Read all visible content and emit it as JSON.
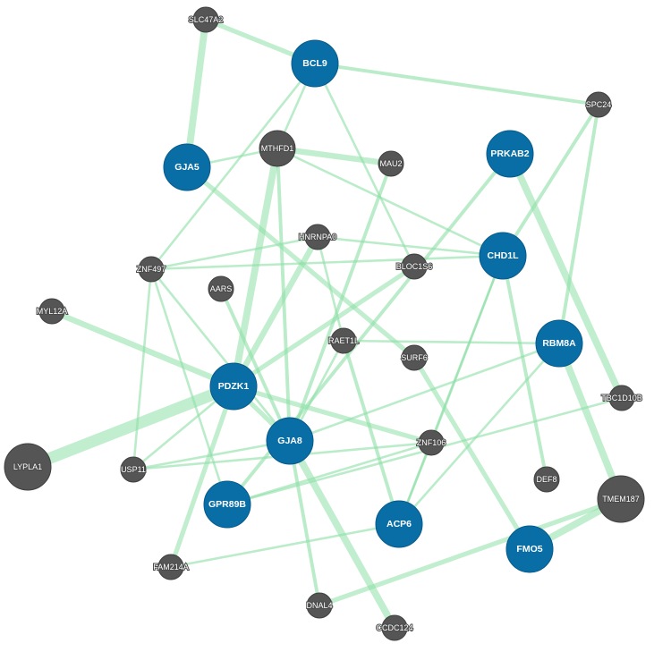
{
  "colors": {
    "query_node": "#0a6ea6",
    "query_node_stroke": "#075a8a",
    "other_node": "#555555",
    "other_node_stroke": "#3f3f3f",
    "edge": "#8ee0a6"
  },
  "network": {
    "nodes": [
      {
        "id": "BCL9",
        "label": "BCL9",
        "kind": "query",
        "size": "large"
      },
      {
        "id": "GJA5",
        "label": "GJA5",
        "kind": "query",
        "size": "large"
      },
      {
        "id": "PRKAB2",
        "label": "PRKAB2",
        "kind": "query",
        "size": "large"
      },
      {
        "id": "CHD1L",
        "label": "CHD1L",
        "kind": "query",
        "size": "large"
      },
      {
        "id": "RBM8A",
        "label": "RBM8A",
        "kind": "query",
        "size": "large"
      },
      {
        "id": "PDZK1",
        "label": "PDZK1",
        "kind": "query",
        "size": "large"
      },
      {
        "id": "GJA8",
        "label": "GJA8",
        "kind": "query",
        "size": "large"
      },
      {
        "id": "GPR89B",
        "label": "GPR89B",
        "kind": "query",
        "size": "large"
      },
      {
        "id": "ACP6",
        "label": "ACP6",
        "kind": "query",
        "size": "large"
      },
      {
        "id": "FMO5",
        "label": "FMO5",
        "kind": "query",
        "size": "large"
      },
      {
        "id": "SLC47A2",
        "label": "SLC47A2",
        "kind": "other",
        "size": "small"
      },
      {
        "id": "SPC24",
        "label": "SPC24",
        "kind": "other",
        "size": "small"
      },
      {
        "id": "MTHFD1",
        "label": "MTHFD1",
        "kind": "other",
        "size": "medium"
      },
      {
        "id": "MAU2",
        "label": "MAU2",
        "kind": "other",
        "size": "small"
      },
      {
        "id": "HNRNPA0",
        "label": "HNRNPA0",
        "kind": "other",
        "size": "small"
      },
      {
        "id": "ZNF497",
        "label": "ZNF497",
        "kind": "other",
        "size": "small"
      },
      {
        "id": "BLOC1S6",
        "label": "BLOC1S6",
        "kind": "other",
        "size": "small"
      },
      {
        "id": "AARS",
        "label": "AARS",
        "kind": "other",
        "size": "small"
      },
      {
        "id": "MYL12A",
        "label": "MYL12A",
        "kind": "other",
        "size": "small"
      },
      {
        "id": "RAET1L",
        "label": "RAET1L",
        "kind": "other",
        "size": "small"
      },
      {
        "id": "SURF6",
        "label": "SURF6",
        "kind": "other",
        "size": "small"
      },
      {
        "id": "TBC1D10B",
        "label": "TBC1D10B",
        "kind": "other",
        "size": "small"
      },
      {
        "id": "ZNF106",
        "label": "ZNF106",
        "kind": "other",
        "size": "small"
      },
      {
        "id": "LYPLA1",
        "label": "LYPLA1",
        "kind": "other",
        "size": "xlarge"
      },
      {
        "id": "USP11",
        "label": "USP11",
        "kind": "other",
        "size": "small"
      },
      {
        "id": "DEF8",
        "label": "DEF8",
        "kind": "other",
        "size": "small"
      },
      {
        "id": "TMEM187",
        "label": "TMEM187",
        "kind": "other",
        "size": "xlarge"
      },
      {
        "id": "FAM214A",
        "label": "FAM214A",
        "kind": "other",
        "size": "small"
      },
      {
        "id": "DNAL4",
        "label": "DNAL4",
        "kind": "other",
        "size": "small"
      },
      {
        "id": "CCDC124",
        "label": "CCDC124",
        "kind": "other",
        "size": "small"
      }
    ],
    "edges": [
      {
        "source": "PDZK1",
        "target": "LYPLA1",
        "weight": 5
      },
      {
        "source": "PDZK1",
        "target": "MTHFD1",
        "weight": 3
      },
      {
        "source": "PDZK1",
        "target": "HNRNPA0",
        "weight": 2.5
      },
      {
        "source": "PDZK1",
        "target": "MYL12A",
        "weight": 2.5
      },
      {
        "source": "PDZK1",
        "target": "BLOC1S6",
        "weight": 2
      },
      {
        "source": "PDZK1",
        "target": "GJA8",
        "weight": 2
      },
      {
        "source": "PDZK1",
        "target": "ZNF106",
        "weight": 2
      },
      {
        "source": "PDZK1",
        "target": "FAM214A",
        "weight": 2
      },
      {
        "source": "PDZK1",
        "target": "USP11",
        "weight": 1
      },
      {
        "source": "GJA5",
        "target": "SLC47A2",
        "weight": 3
      },
      {
        "source": "GJA5",
        "target": "MTHFD1",
        "weight": 1
      },
      {
        "source": "GJA5",
        "target": "SURF6",
        "weight": 2
      },
      {
        "source": "SLC47A2",
        "target": "BCL9",
        "weight": 2
      },
      {
        "source": "BCL9",
        "target": "SPC24",
        "weight": 1.5
      },
      {
        "source": "BCL9",
        "target": "ZNF497",
        "weight": 1
      },
      {
        "source": "BCL9",
        "target": "MTHFD1",
        "weight": 1
      },
      {
        "source": "BCL9",
        "target": "BLOC1S6",
        "weight": 1
      },
      {
        "source": "MTHFD1",
        "target": "MAU2",
        "weight": 2.5
      },
      {
        "source": "MTHFD1",
        "target": "CHD1L",
        "weight": 1
      },
      {
        "source": "MTHFD1",
        "target": "GJA8",
        "weight": 1.5
      },
      {
        "source": "MAU2",
        "target": "GJA8",
        "weight": 1.5
      },
      {
        "source": "HNRNPA0",
        "target": "CHD1L",
        "weight": 1
      },
      {
        "source": "ZNF497",
        "target": "CHD1L",
        "weight": 1
      },
      {
        "source": "ZNF497",
        "target": "USP11",
        "weight": 1
      },
      {
        "source": "ZNF497",
        "target": "GPR89B",
        "weight": 1
      },
      {
        "source": "ZNF497",
        "target": "GJA8",
        "weight": 1
      },
      {
        "source": "ZNF497",
        "target": "HNRNPA0",
        "weight": 1
      },
      {
        "source": "PRKAB2",
        "target": "TBC1D10B",
        "weight": 3
      },
      {
        "source": "PRKAB2",
        "target": "GPR89B",
        "weight": 1.5
      },
      {
        "source": "SPC24",
        "target": "CHD1L",
        "weight": 1.5
      },
      {
        "source": "SPC24",
        "target": "RBM8A",
        "weight": 1.5
      },
      {
        "source": "CHD1L",
        "target": "DEF8",
        "weight": 1.5
      },
      {
        "source": "CHD1L",
        "target": "ZNF106",
        "weight": 1
      },
      {
        "source": "CHD1L",
        "target": "ACP6",
        "weight": 1
      },
      {
        "source": "RBM8A",
        "target": "TMEM187",
        "weight": 3
      },
      {
        "source": "RBM8A",
        "target": "ACP6",
        "weight": 1
      },
      {
        "source": "RBM8A",
        "target": "GJA8",
        "weight": 1
      },
      {
        "source": "RBM8A",
        "target": "RAET1L",
        "weight": 1
      },
      {
        "source": "RAET1L",
        "target": "ACP6",
        "weight": 1.5
      },
      {
        "source": "RAET1L",
        "target": "GJA8",
        "weight": 1
      },
      {
        "source": "RAET1L",
        "target": "HNRNPA0",
        "weight": 1
      },
      {
        "source": "AARS",
        "target": "GJA8",
        "weight": 1.5
      },
      {
        "source": "SURF6",
        "target": "FMO5",
        "weight": 2
      },
      {
        "source": "GJA8",
        "target": "CCDC124",
        "weight": 3
      },
      {
        "source": "GJA8",
        "target": "DNAL4",
        "weight": 1.5
      },
      {
        "source": "GJA8",
        "target": "USP11",
        "weight": 1
      },
      {
        "source": "USP11",
        "target": "ZNF106",
        "weight": 1
      },
      {
        "source": "GPR89B",
        "target": "ZNF106",
        "weight": 1
      },
      {
        "source": "GPR89B",
        "target": "TBC1D10B",
        "weight": 1
      },
      {
        "source": "FAM214A",
        "target": "ACP6",
        "weight": 1
      },
      {
        "source": "DNAL4",
        "target": "TMEM187",
        "weight": 2
      },
      {
        "source": "TMEM187",
        "target": "FMO5",
        "weight": 3
      },
      {
        "source": "ZNF106",
        "target": "ACP6",
        "weight": 1
      }
    ]
  }
}
